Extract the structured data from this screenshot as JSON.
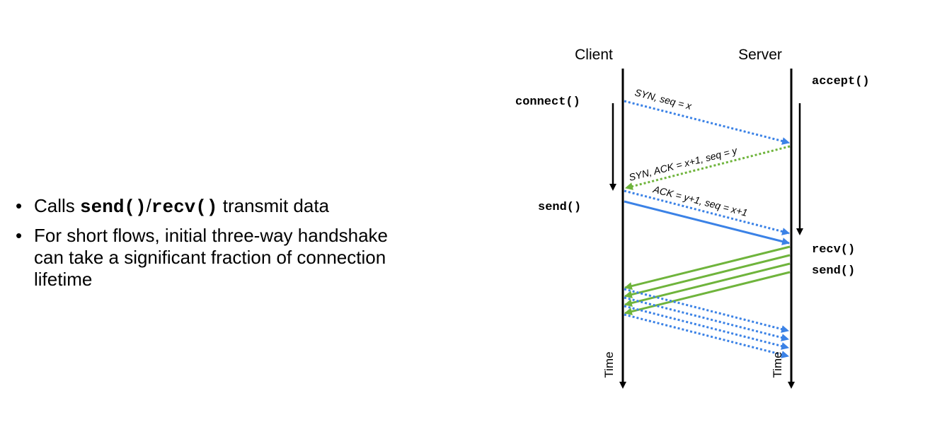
{
  "bullets": {
    "b1": {
      "pre": "Calls ",
      "fn1": "send()",
      "slash": "/",
      "fn2": "recv()",
      "post": " transmit data"
    },
    "b2": {
      "line1": "For short flows, initial three-way handshake",
      "line2": "can take a significant fraction of connection",
      "line3": "lifetime"
    }
  },
  "diagram": {
    "client_label": "Client",
    "server_label": "Server",
    "client_calls": {
      "connect": "connect()",
      "send": "send()"
    },
    "server_calls": {
      "accept": "accept()",
      "recv": "recv()",
      "send": "send()"
    },
    "messages": {
      "syn": "SYN, seq = x",
      "synack": "SYN, ACK = x+1, seq = y",
      "ack": "ACK = y+1, seq = x+1"
    },
    "time_client": "Time",
    "time_server": "Time",
    "colors": {
      "blue": "#3b82e6",
      "green": "#6fb43c",
      "black": "#000000"
    }
  }
}
